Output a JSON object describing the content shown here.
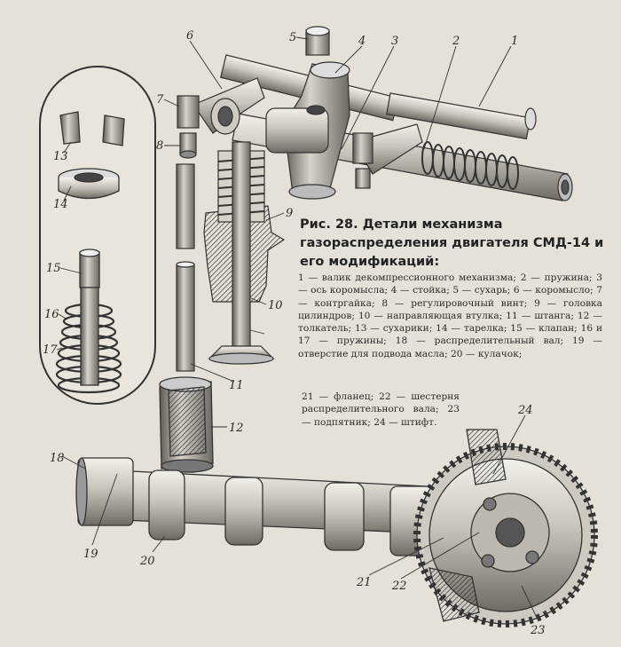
{
  "caption": {
    "fig_label": "Рис. 28.",
    "title": "Детали механизма газораспределения двигателя СМД-14 и его модификаций:",
    "legend_main": "1 — валик декомпрессионного механизма; 2 — пружина; 3 — ось коромысла; 4 — стойка; 5 — сухарь; 6 — коромысло; 7 — контргайка; 8 — регулировочный винт; 9 — головка цилиндров; 10 — направляющая втулка; 11 — штанга; 12 — толкатель; 13 — сухарики; 14 — тарелка; 15 — клапан; 16 и 17 — пружины; 18 — распределительный вал; 19 — отверстие для подвода масла; 20 — кулачок;",
    "legend_tail": "21 — фланец; 22 — шестерня распределительного вала; 23 — подпятник; 24 — штифт."
  },
  "callouts": {
    "c1": "1",
    "c2": "2",
    "c3": "3",
    "c4": "4",
    "c5": "5",
    "c6": "6",
    "c7": "7",
    "c8": "8",
    "c9": "9",
    "c10": "10",
    "c11": "11",
    "c12": "12",
    "c13": "13",
    "c14": "14",
    "c15": "15",
    "c16": "16",
    "c17": "17",
    "c18": "18",
    "c19": "19",
    "c20": "20",
    "c21": "21",
    "c22": "22",
    "c23": "23",
    "c24": "24"
  }
}
